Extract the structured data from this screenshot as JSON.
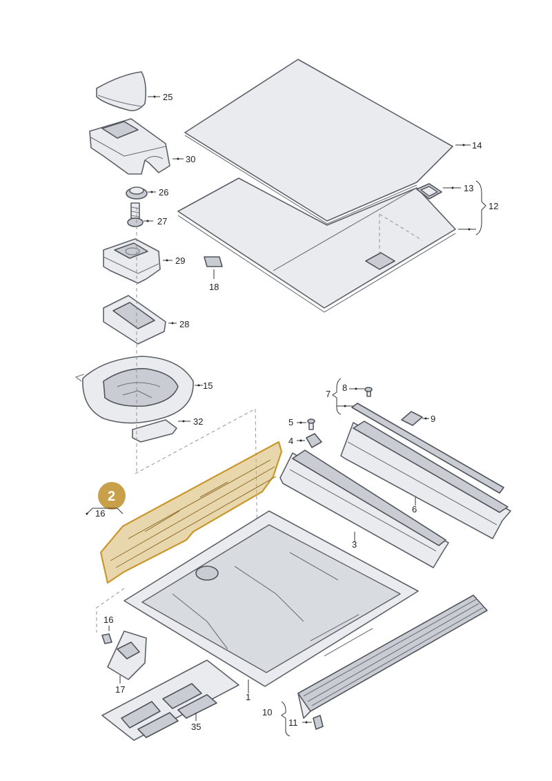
{
  "highlight": {
    "label": "2",
    "color": "#c9a04a"
  },
  "callouts": {
    "c1": "1",
    "c3": "3",
    "c4": "4",
    "c5": "5",
    "c6": "6",
    "c7": "7",
    "c8": "8",
    "c9": "9",
    "c10": "10",
    "c11": "11",
    "c12": "12",
    "c13": "13",
    "c14": "14",
    "c15": "15",
    "c16a": "16",
    "c16b": "16",
    "c17": "17",
    "c18": "18",
    "c25": "25",
    "c26": "26",
    "c27": "27",
    "c28": "28",
    "c29": "29",
    "c30": "30",
    "c32": "32",
    "c35": "35"
  }
}
